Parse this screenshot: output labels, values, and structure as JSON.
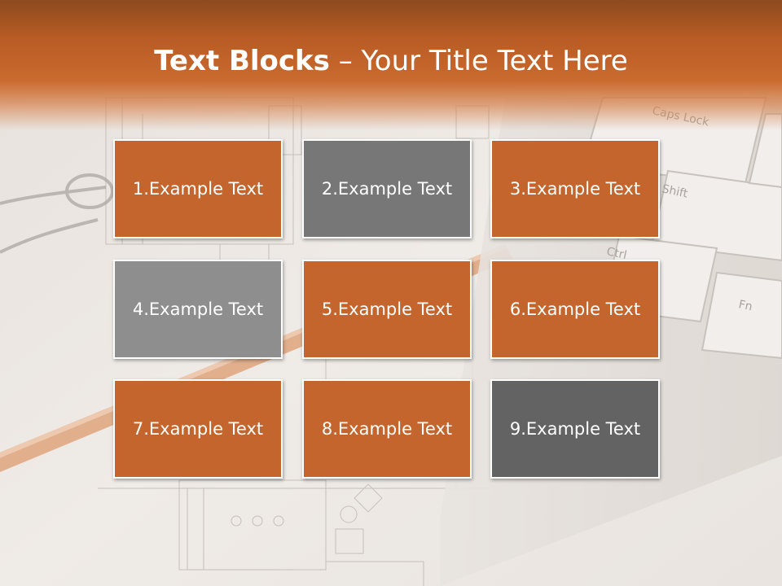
{
  "title": {
    "strong": "Text Blocks",
    "dash": "–",
    "rest": "Your Title Text Here"
  },
  "colors": {
    "orange": "#c4652d",
    "gray_dark": "#767676",
    "gray_light": "#8f8f8f",
    "gray_darker": "#636363",
    "band_top": "#8c4a1e",
    "band_mid": "#c96a2e"
  },
  "blocks": [
    {
      "label": "1.Example Text",
      "color": "#c4652d"
    },
    {
      "label": "2.Example Text",
      "color": "#777777"
    },
    {
      "label": "3.Example Text",
      "color": "#c4652d"
    },
    {
      "label": "4.Example Text",
      "color": "#8e8e8e"
    },
    {
      "label": "5.Example Text",
      "color": "#c4652d"
    },
    {
      "label": "6.Example Text",
      "color": "#c4652d"
    },
    {
      "label": "7.Example Text",
      "color": "#c4652d"
    },
    {
      "label": "8.Example Text",
      "color": "#c4652d"
    },
    {
      "label": "9.Example Text",
      "color": "#636363"
    }
  ],
  "background": {
    "keyboard_keys": [
      "Caps Lock",
      "Shift",
      "Ctrl",
      "Fn"
    ]
  }
}
